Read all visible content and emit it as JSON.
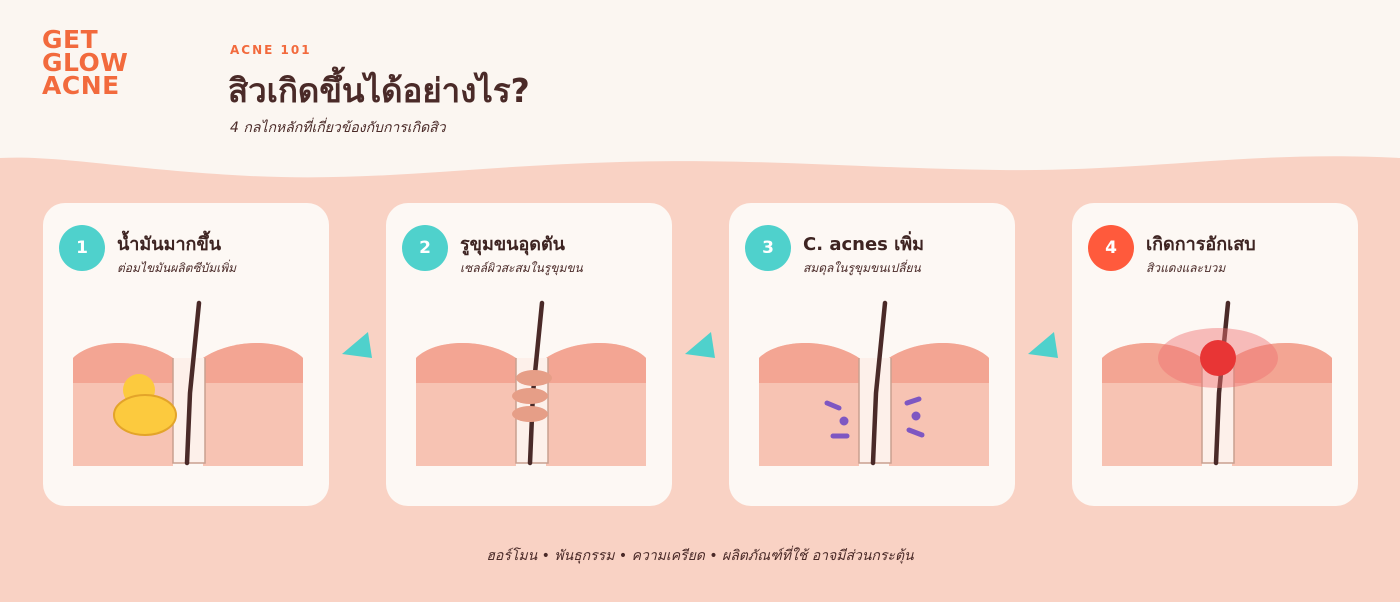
{
  "brand": {
    "line1": "GET",
    "line2": "GLOW",
    "line3": "ACNE"
  },
  "kicker": "ACNE 101",
  "title": "สิวเกิดขึ้นได้อย่างไร?",
  "subtitle": "4 กลไกหลักที่เกี่ยวข้องกับการเกิดสิว",
  "colors": {
    "accent": "#f26a3d",
    "teal": "#4fd1cc",
    "red": "#ff5a3c",
    "bg": "#f9d2c4",
    "card": "#fdf8f4",
    "dark": "#4a2a28"
  },
  "steps": [
    {
      "number": "1",
      "title": "น้ำมันมากขึ้น",
      "subtitle": "ต่อมไขมันผลิตซีบัมเพิ่ม"
    },
    {
      "number": "2",
      "title": "รูขุมขนอุดตัน",
      "subtitle": "เซลล์ผิวสะสมในรูขุมขน"
    },
    {
      "number": "3",
      "title": "C. acnes เพิ่ม",
      "subtitle": "สมดุลในรูขุมขนเปลี่ยน"
    },
    {
      "number": "4",
      "title": "เกิดการอักเสบ",
      "subtitle": "สิวแดงและบวม"
    }
  ],
  "footer": "ฮอร์โมน • พันธุกรรม • ความเครียด • ผลิตภัณฑ์ที่ใช้ อาจมีส่วนกระตุ้น"
}
